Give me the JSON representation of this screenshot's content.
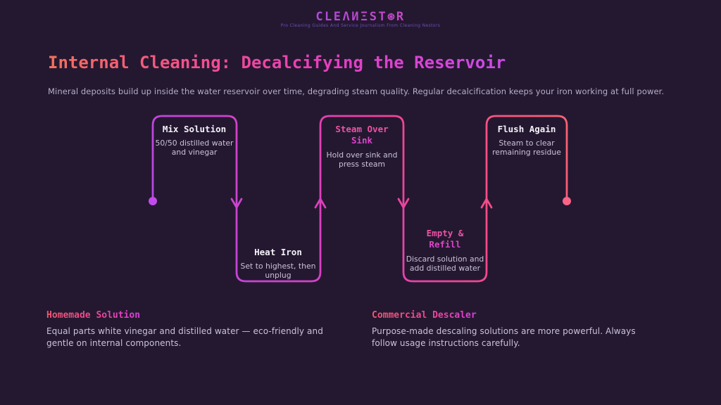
{
  "theme": {
    "background": "#241831",
    "path_gradient": [
      "#b14be8",
      "#dd3fc0",
      "#f4478c",
      "#fb6372"
    ],
    "title_gradient": [
      "#f3705b",
      "#f14b95",
      "#e43fc0",
      "#cb4be8"
    ],
    "logo_gradient": [
      "#7e57f0",
      "#a44af0",
      "#e4469c",
      "#f45252"
    ],
    "start_dot_color": "#c24bec",
    "end_dot_color": "#fb6488",
    "body_text_color": "#c9c2d6"
  },
  "header": {
    "brand": "CLEANESTOR",
    "brand_display": "CLEΛИΞST⊛R",
    "tagline": "Pro Cleaning Guides And Service Journalism From Cleaning Nestors"
  },
  "page": {
    "title": "Internal Cleaning: Decalcifying the Reservoir",
    "subtitle": "Mineral deposits build up inside the water reservoir over time, degrading steam quality. Regular decalcification keeps your iron working at full power."
  },
  "timeline": {
    "steps": [
      {
        "title": "Mix Solution",
        "description": "50/50 distilled water and vinegar",
        "highlighted": false
      },
      {
        "title": "Heat Iron",
        "description": "Set to highest, then unplug",
        "highlighted": false
      },
      {
        "title": "Steam Over Sink",
        "description": "Hold over sink and press steam",
        "highlighted": true
      },
      {
        "title": "Empty & Refill",
        "description": "Discard solution and add distilled water",
        "highlighted": true
      },
      {
        "title": "Flush Again",
        "description": "Steam to clear remaining residue",
        "highlighted": false
      }
    ]
  },
  "sections": [
    {
      "heading": "Homemade Solution",
      "body": "Equal parts white vinegar and distilled water — eco-friendly and gentle on internal components."
    },
    {
      "heading": "Commercial Descaler",
      "body": "Purpose-made descaling solutions are more powerful. Always follow usage instructions carefully."
    }
  ]
}
